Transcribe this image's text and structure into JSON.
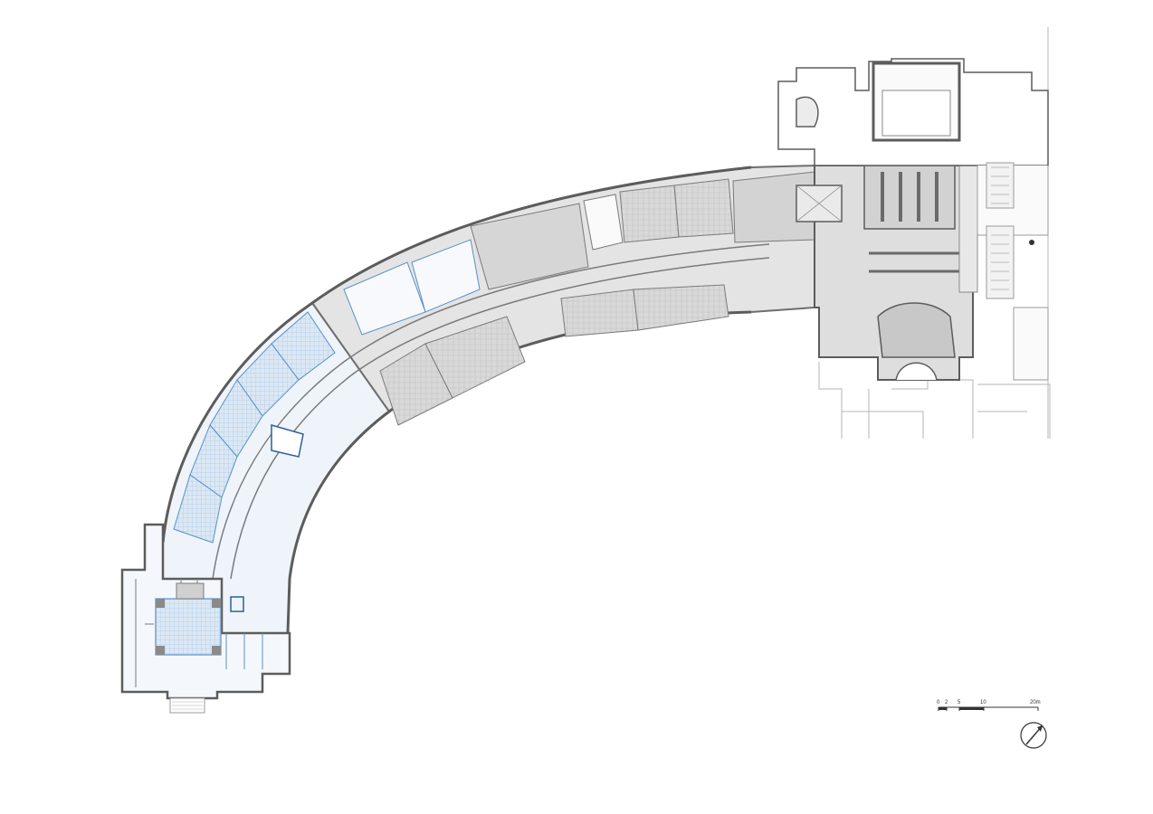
{
  "scale_bar": {
    "ticks": [
      "0",
      "2",
      "5",
      "10",
      "20m"
    ]
  },
  "north_arrow": {
    "icon": "north-arrow-icon"
  },
  "colors": {
    "wall": "#7a7a7a",
    "wall_dark": "#5a5a5a",
    "fill_grey": "#e3e3e3",
    "fill_grey_dark": "#d0d0d0",
    "renovated_blue": "#5a8fc8",
    "renovated_fill": "#dbe8f4",
    "line_thin": "#9a9a9a"
  }
}
